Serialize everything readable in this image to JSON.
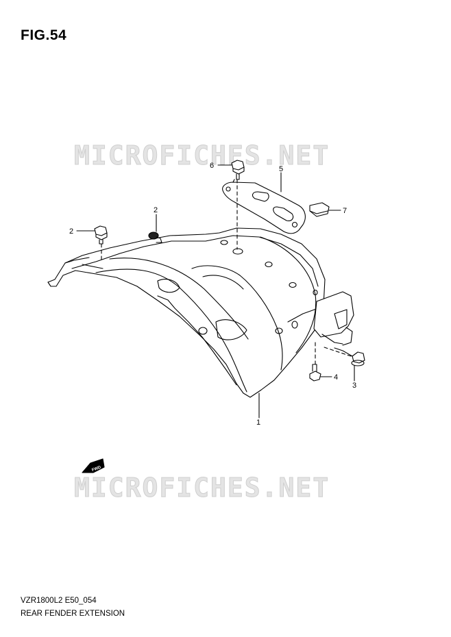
{
  "figure": {
    "title": "FIG.54"
  },
  "watermark": {
    "text_top": "MICROFICHES.NET",
    "text_bottom": "MICROFICHES.NET"
  },
  "callouts": {
    "p1": "1",
    "p2a": "2",
    "p2b": "2",
    "p3": "3",
    "p4": "4",
    "p5": "5",
    "p6": "6",
    "p7": "7"
  },
  "fwd_badge": {
    "text": "FWD"
  },
  "footer": {
    "model_code": "VZR1800L2 E50_054",
    "part_name": "REAR FENDER EXTENSION"
  }
}
